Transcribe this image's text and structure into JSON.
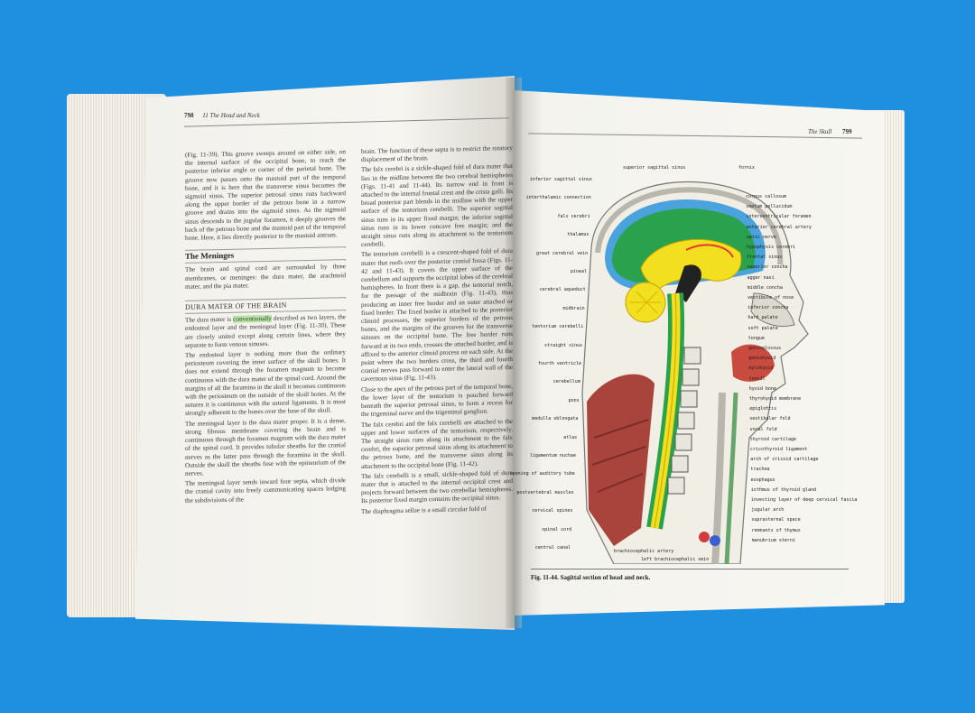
{
  "header_left": {
    "page": "798",
    "chapter": "11 The Head and Neck"
  },
  "header_right": {
    "section": "The Skull",
    "page": "799"
  },
  "left_col": {
    "p1": "(Fig. 11-39). This groove sweeps around on either side, on the internal surface of the occipital bone, to reach the posterior inferior angle or corner of the parietal bone. The groove now passes onto the mastoid part of the temporal bone, and it is here that the transverse sinus becomes the sigmoid sinus. The superior petrosal sinus runs backward along the upper border of the petrous bone in a narrow groove and drains into the sigmoid sinus. As the sigmoid sinus descends to the jugular foramen, it deeply grooves the back of the petrous bone and the mastoid part of the temporal bone. Here, it lies directly posterior to the mastoid antrum.",
    "h_meninges": "The Meninges",
    "p2": "The brain and spinal cord are surrounded by three membranes, or meninges: the dura mater, the arachnoid mater, and the pia mater.",
    "h_dura": "DURA MATER OF THE BRAIN",
    "p3_a": "The dura mater is ",
    "p3_hl": "conventionally",
    "p3_b": " described as two layers, the endosteal layer and the meningeal layer (Fig. 11-30). These are closely united except along certain lines, where they separate to form venous sinuses.",
    "p4": "The endosteal layer is nothing more than the ordinary periosteum covering the inner surface of the skull bones. It does not extend through the foramen magnum to become continuous with the dura mater of the spinal cord. Around the margins of all the foramina in the skull it becomes continuous with the periosteum on the outside of the skull bones. At the sutures it is continuous with the sutural ligaments. It is most strongly adherent to the bones over the base of the skull.",
    "p5": "The meningeal layer is the dura mater proper. It is a dense, strong fibrous membrane covering the brain and is continuous through the foramen magnum with the dura mater of the spinal cord. It provides tubular sheaths for the cranial nerves as the latter pass through the foramina in the skull. Outside the skull the sheaths fuse with the epineurium of the nerves.",
    "p6": "The meningeal layer sends inward four septa, which divide the cranial cavity into freely communicating spaces lodging the subdivisions of the"
  },
  "right_col": {
    "p1": "brain. The function of these septa is to restrict the rotatory displacement of the brain.",
    "p2": "The falx cerebri is a sickle-shaped fold of dura mater that lies in the midline between the two cerebral hemispheres (Figs. 11-41 and 11-44). Its narrow end in front is attached to the internal frontal crest and the crista galli. Its broad posterior part blends in the midline with the upper surface of the tentorium cerebelli. The superior sagittal sinus runs in its upper fixed margin; the inferior sagittal sinus runs in its lower concave free margin; and the straight sinus runs along its attachment to the tentorium cerebelli.",
    "p3": "The tentorium cerebelli is a crescent-shaped fold of dura mater that roofs over the posterior cranial fossa (Figs. 11-42 and 11-43). It covers the upper surface of the cerebellum and supports the occipital lobes of the cerebral hemispheres. In front there is a gap, the tentorial notch, for the passage of the midbrain (Fig. 11-43), thus producing an inner free border and an outer attached or fixed border. The fixed border is attached to the posterior clinoid processes, the superior borders of the petrous bones, and the margins of the grooves for the transverse sinuses on the occipital bone. The free border runs forward at its two ends, crosses the attached border, and is affixed to the anterior clinoid process on each side. At the point where the two borders cross, the third and fourth cranial nerves pass forward to enter the lateral wall of the cavernous sinus (Fig. 11-43).",
    "p4": "Close to the apex of the petrous part of the temporal bone, the lower layer of the tentorium is pouched forward beneath the superior petrosal sinus, to form a recess for the trigeminal nerve and the trigeminal ganglion.",
    "p5": "The falx cerebri and the falx cerebelli are attached to the upper and lower surfaces of the tentorium, respectively. The straight sinus runs along its attachment to the falx cerebri, the superior petrosal sinus along its attachment to the petrous bone, and the transverse sinus along its attachment to the occipital bone (Fig. 11-42).",
    "p6": "The falx cerebelli is a small, sickle-shaped fold of dura mater that is attached to the internal occipital crest and projects forward between the two cerebellar hemispheres. Its posterior fixed margin contains the occipital sinus.",
    "p7": "The diaphragma sellae is a small circular fold of"
  },
  "figure": {
    "caption": "Fig. 11-44. Sagittal section of head and neck.",
    "labels_left": [
      "inferior sagittal sinus",
      "interthalamic connection",
      "falx cerebri",
      "thalamus",
      "great cerebral vein",
      "pineal",
      "cerebral aqueduct",
      "midbrain",
      "tentorium cerebelli",
      "straight sinus",
      "fourth ventricle",
      "cerebellum",
      "pons",
      "medulla oblongata",
      "atlas",
      "ligamentum nuchae",
      "opening of auditory tube",
      "postvertebral muscles",
      "cervical spines",
      "spinal cord",
      "central canal"
    ],
    "labels_top": [
      "superior sagittal sinus",
      "fornix"
    ],
    "labels_right": [
      "corpus callosum",
      "septum pellucidum",
      "interventricular foramen",
      "anterior cerebral artery",
      "optic nerve",
      "hypophysis cerebri",
      "frontal sinus",
      "superior concha",
      "agger nasi",
      "middle concha",
      "vestibule of nose",
      "inferior concha",
      "hard palate",
      "soft palate",
      "tongue",
      "genioglossus",
      "geniohyoid",
      "mylohyoid",
      "tonsil",
      "hyoid bone",
      "thyrohyoid membrane",
      "epiglottis",
      "vestibular fold",
      "vocal fold",
      "thyroid cartilage",
      "cricothyroid ligament",
      "arch of cricoid cartilage",
      "trachea",
      "esophagus",
      "isthmus of thyroid gland",
      "investing layer of deep cervical fascia",
      "jugular arch",
      "suprasternal space",
      "remnants of thymus",
      "manubrium sterni"
    ],
    "labels_bottom": [
      "brachiocephalic artery",
      "left brachiocephalic vein"
    ]
  }
}
